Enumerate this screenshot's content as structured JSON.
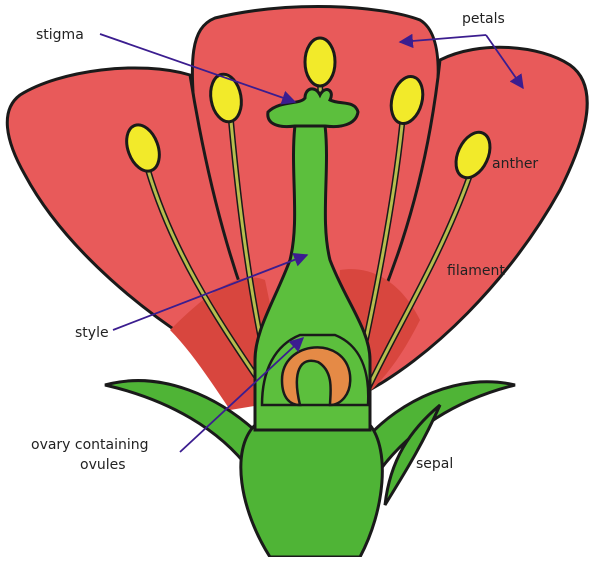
{
  "labels": {
    "stigma": "stigma",
    "petals": "petals",
    "anther": "anther",
    "filament": "filament",
    "style": "style",
    "ovary_line1": "ovary containing",
    "ovary_line2": "ovules",
    "sepal": "sepal"
  },
  "colors": {
    "petal": "#e85a5a",
    "petal_dark": "#d8463e",
    "pistil": "#5cbf3d",
    "sepal": "#4fb436",
    "anther": "#f2ea2a",
    "filament": "#b7bd4e",
    "ovule": "#e58a46",
    "pointer": "#3b1d8f",
    "outline": "#1a1a1a"
  }
}
